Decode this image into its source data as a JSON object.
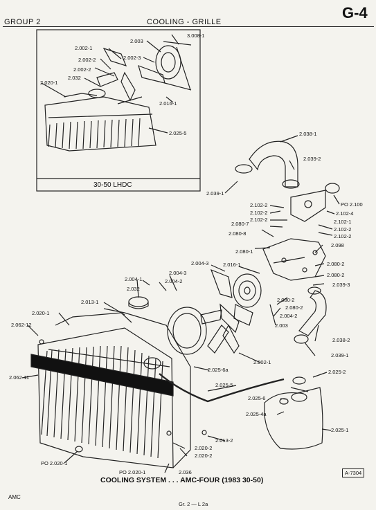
{
  "header": {
    "group": "GROUP 2",
    "section": "COOLING - GRILLE",
    "page_code": "G-4"
  },
  "inset": {
    "title": "30-50 LHDC",
    "callouts": [
      "3.008-1",
      "2.003",
      "2.002-1",
      "2.002-3",
      "2.002-2",
      "2.002-2",
      "2.032",
      "2.020-1",
      "2.016-1",
      "2.025-5"
    ]
  },
  "callouts": [
    "2.038-1",
    "2.039-2",
    "2.039-1",
    "PO 2.100",
    "2.102-4",
    "2.102-1",
    "2.102-2",
    "2.102-2",
    "2.102-2",
    "2.102-2",
    "2.102-2",
    "2.080-7",
    "2.080-8",
    "2.080-1",
    "2.098",
    "2.004-3",
    "2.016-1",
    "2.080-2",
    "2.080-2",
    "2.039-3",
    "2.004-3",
    "2.004-2",
    "2.004-1",
    "2.032",
    "2.080-2",
    "2.004-2",
    "2.080-2",
    "2.003",
    "2.013-1",
    "2.020-1",
    "2.062-12",
    "2.038-2",
    "2.039-1",
    "2.002-1",
    "2.025-6a",
    "2.062-11",
    "2.025-2",
    "2.025-5",
    "2.025-6",
    "2.025-4a",
    "2.025-1",
    "2.013-2",
    "2.020-2",
    "2.020-2",
    "2.036",
    "PO 2.020-1",
    "PO 2.020-1"
  ],
  "figure": {
    "caption": "COOLING SYSTEM . . . AMC-FOUR (1983 30-50)",
    "code": "A-7304"
  },
  "footer": {
    "brand": "AMC",
    "page_ref": "Gr. 2 — L 2a"
  }
}
